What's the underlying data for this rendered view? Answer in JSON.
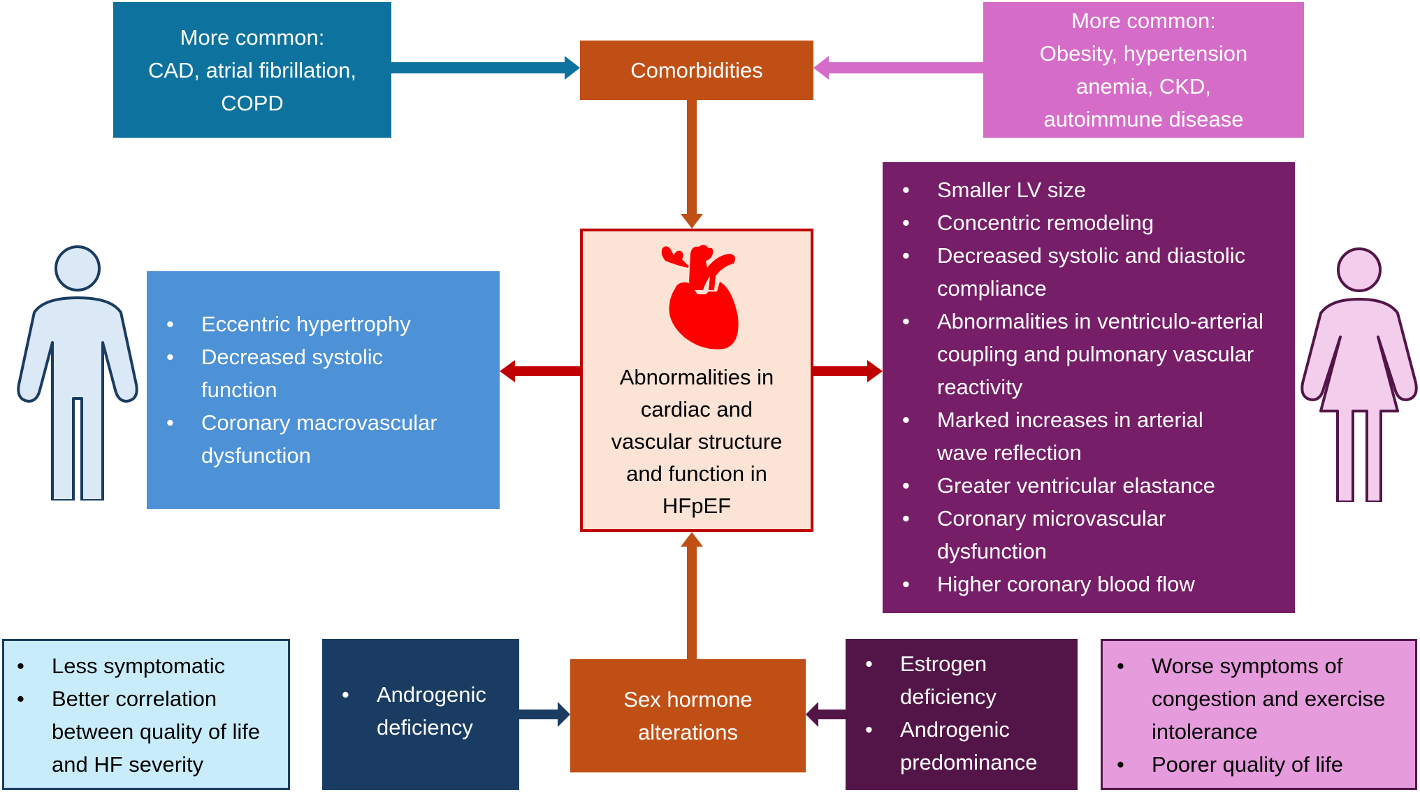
{
  "title": "Sex differences in HFpEF",
  "colors": {
    "comorbidity_male": "#0e729e",
    "comorbidity_female": "#d56cc8",
    "central_node": "#c04f15",
    "hfpef_fill": "#fbe3d6",
    "hfpef_border": "#c00000",
    "male_findings": "#4d91d6",
    "female_findings": "#761e68",
    "male_symptoms": "#c9ecfa",
    "male_hormones": "#1a3c63",
    "female_hormones": "#531548",
    "female_symptoms": "#e59bdc",
    "heart": "#ff0000"
  },
  "top": {
    "male_comorbidities": [
      "More common:",
      "CAD, atrial fibrillation,",
      "COPD"
    ],
    "comorbidities_label": "Comorbidities",
    "female_comorbidities": [
      "More common:",
      "Obesity, hypertension",
      "anemia, CKD,",
      "autoimmune disease"
    ]
  },
  "center": {
    "icon": "heart-icon",
    "label": "Abnormalities in cardiac and vascular structure and function in HFpEF"
  },
  "male": {
    "icon": "male-figure-icon",
    "findings": [
      "Eccentric hypertrophy",
      "Decreased systolic function",
      "Coronary macrovascular dysfunction"
    ]
  },
  "female": {
    "icon": "female-figure-icon",
    "findings": [
      "Smaller LV size",
      "Concentric remodeling",
      "Decreased systolic and diastolic compliance",
      "Abnormalities in ventriculo-arterial coupling and pulmonary vascular reactivity",
      "Marked increases in arterial wave reflection",
      "Greater ventricular elastance",
      "Coronary microvascular dysfunction",
      "Higher coronary blood flow"
    ]
  },
  "bottom": {
    "male_symptoms": [
      "Less symptomatic",
      "Better correlation between quality of life and HF severity"
    ],
    "male_hormones": [
      "Androgenic deficiency"
    ],
    "sex_hormone_label": "Sex hormone alterations",
    "female_hormones": [
      "Estrogen deficiency",
      "Androgenic predominance"
    ],
    "female_symptoms": [
      "Worse symptoms of congestion and exercise intolerance",
      "Poorer quality of life"
    ]
  }
}
